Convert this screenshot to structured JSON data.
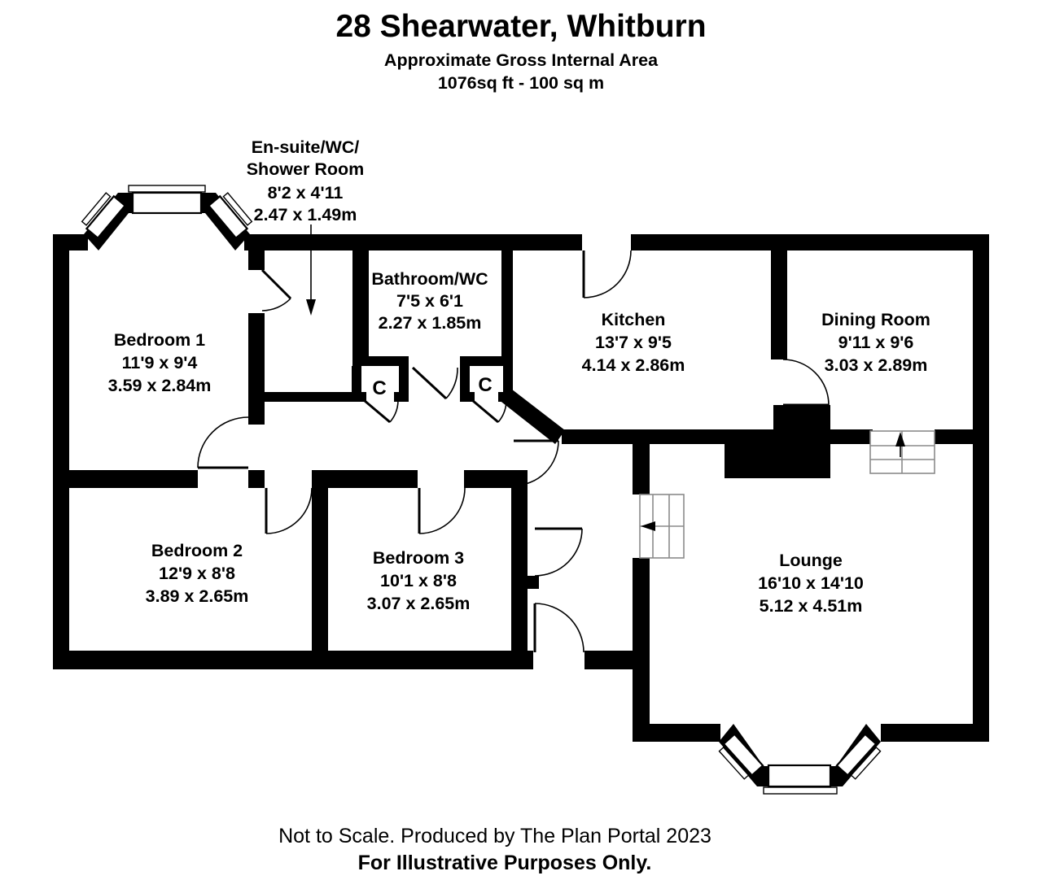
{
  "header": {
    "title": "28 Shearwater, Whitburn",
    "subtitle": "Approximate Gross Internal Area",
    "area": "1076sq ft - 100 sq m"
  },
  "rooms": {
    "ensuite": {
      "name_line1": "En-suite/WC/",
      "name_line2": "Shower Room",
      "imperial": "8'2 x 4'11",
      "metric": "2.47 x 1.49m"
    },
    "bathroom": {
      "name": "Bathroom/WC",
      "imperial": "7'5 x 6'1",
      "metric": "2.27 x 1.85m"
    },
    "kitchen": {
      "name": "Kitchen",
      "imperial": "13'7 x 9'5",
      "metric": "4.14 x 2.86m"
    },
    "dining": {
      "name": "Dining Room",
      "imperial": "9'11 x 9'6",
      "metric": "3.03 x 2.89m"
    },
    "bedroom1": {
      "name": "Bedroom 1",
      "imperial": "11'9 x 9'4",
      "metric": "3.59 x 2.84m"
    },
    "bedroom2": {
      "name": "Bedroom 2",
      "imperial": "12'9 x 8'8",
      "metric": "3.89 x 2.65m"
    },
    "bedroom3": {
      "name": "Bedroom 3",
      "imperial": "10'1 x 8'8",
      "metric": "3.07 x 2.65m"
    },
    "lounge": {
      "name": "Lounge",
      "imperial": "16'10 x 14'10",
      "metric": "5.12 x 4.51m"
    }
  },
  "closet": {
    "label": "C"
  },
  "footer": {
    "line1": "Not to Scale. Produced by The Plan Portal 2023",
    "line2": "For Illustrative Purposes Only."
  },
  "colors": {
    "wall": "#000000",
    "background": "#ffffff"
  }
}
